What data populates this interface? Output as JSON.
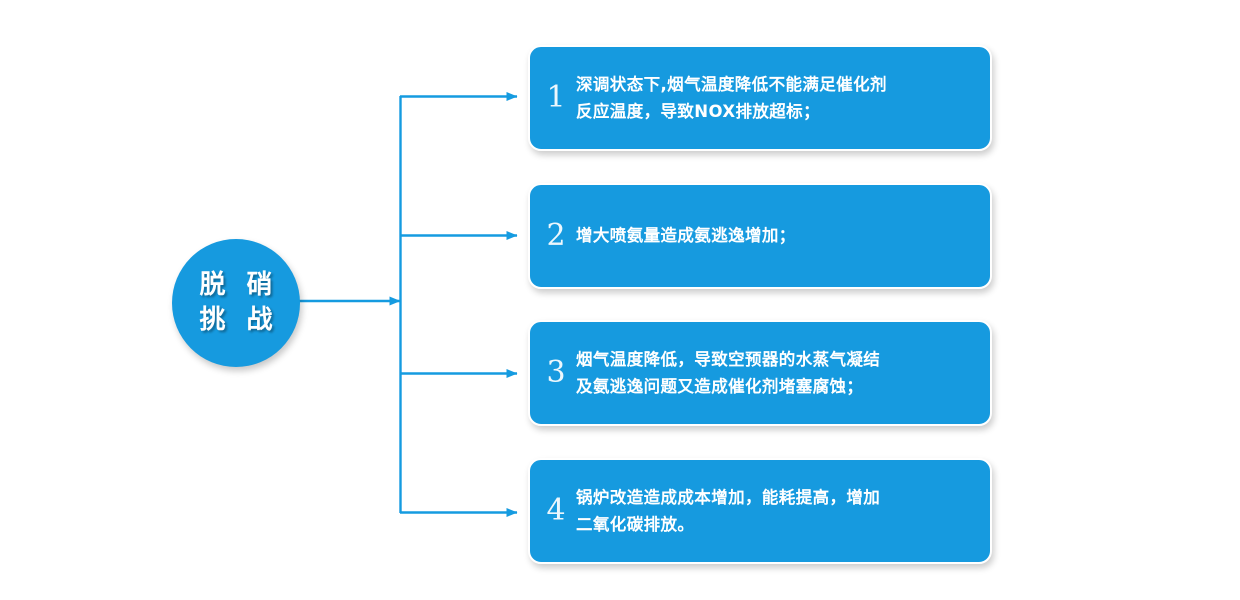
{
  "diagram": {
    "type": "radial-branch-flowchart",
    "accent_color": "#169ADF",
    "background_color": "#FFFFFF",
    "text_color": "#FFFFFF",
    "hub": {
      "name": "脱硝挑战",
      "line1": "脱 硝",
      "line2": "挑 战",
      "shape": "circle"
    },
    "items": [
      {
        "number": "1",
        "line1": "深调状态下,烟气温度降低不能满足催化剂",
        "line2": "反应温度，导致NOX排放超标；"
      },
      {
        "number": "2",
        "line1": "增大喷氨量造成氨逃逸增加；",
        "line2": ""
      },
      {
        "number": "3",
        "line1": "烟气温度降低，导致空预器的水蒸气凝结",
        "line2": "及氨逃逸问题又造成催化剂堵塞腐蚀；"
      },
      {
        "number": "4",
        "line1": "锅炉改造造成成本增加，能耗提高，增加",
        "line2": "二氧化碳排放。"
      }
    ],
    "connectors": {
      "trunk_label": "vertical-trunk",
      "branch_count": 4,
      "arrow_style": "solid-triangle"
    }
  }
}
